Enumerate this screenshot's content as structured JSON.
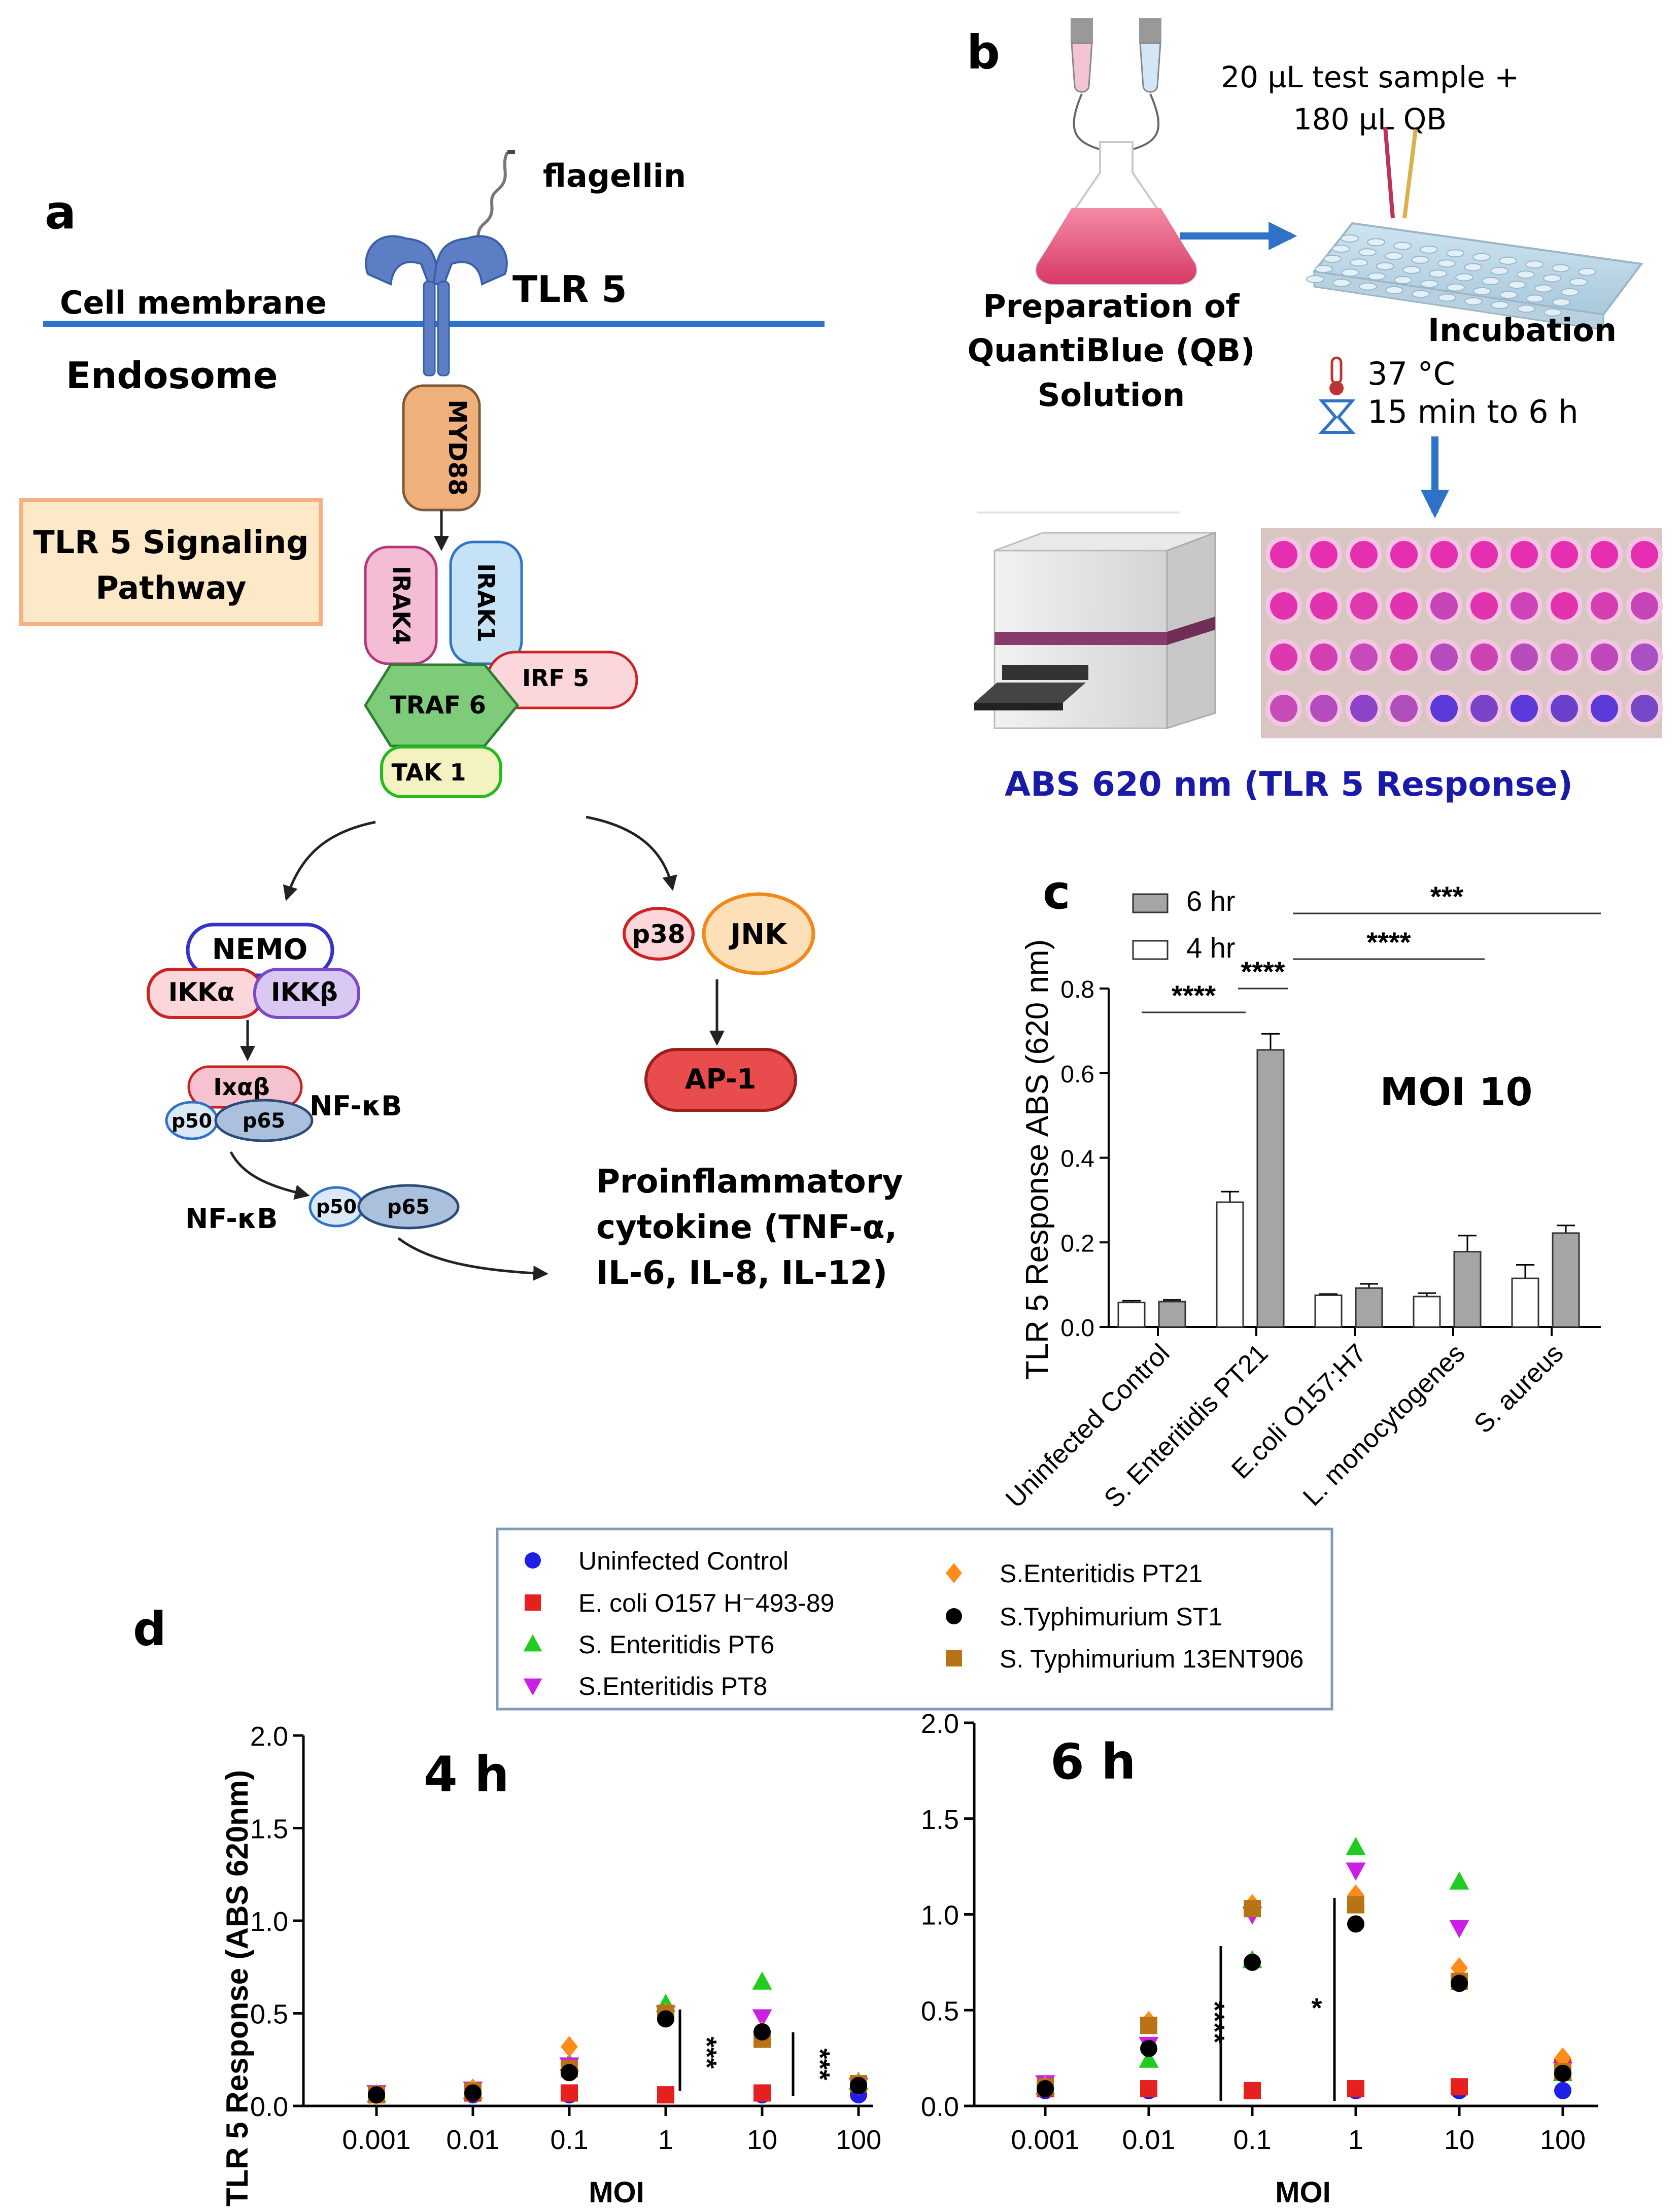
{
  "panel_a": {
    "letter": "a",
    "flagellin": "flagellin",
    "receptor": "TLR 5",
    "membrane": "Cell membrane",
    "endosome": "Endosome",
    "pathway_box": [
      "TLR 5 Signaling",
      "Pathway"
    ],
    "myd88": "MYD88",
    "irak4": "IRAK4",
    "irak1": "IRAK1",
    "irf5": "IRF 5",
    "traf6": "TRAF 6",
    "tak1": "TAK 1",
    "nemo": "NEMO",
    "ikka": "IKKα",
    "ikkb": "IKKβ",
    "ixab": "Ixαβ",
    "p50": "p50",
    "p65": "p65",
    "nfkb": "NF-κB",
    "p38": "p38",
    "jnk": "JNK",
    "ap1": "AP-1",
    "cytokine": [
      "Proinflammatory",
      "cytokine (TNF-α,",
      "IL-6, IL-8, IL-12)"
    ]
  },
  "panel_b": {
    "letter": "b",
    "sample": [
      "20 µL test sample +",
      "180 µL QB"
    ],
    "prep": [
      "Preparation of",
      "QuantiBlue (QB)",
      "Solution"
    ],
    "incubation": "Incubation",
    "temp": "37 °C",
    "time": "15 min to 6 h",
    "abs": "ABS 620 nm (TLR 5 Response)"
  },
  "panel_c": {
    "letter": "c",
    "moi": "MOI 10",
    "chart_data": {
      "type": "bar",
      "ylabel": "TLR 5 Response ABS (620 nm)",
      "ylim": [
        0,
        0.8
      ],
      "yticks": [
        "0.0",
        "0.2",
        "0.4",
        "0.6",
        "0.8"
      ],
      "categories": [
        "Uninfected Control",
        "S. Enteritidis PT21",
        "E.coli O157:H7",
        "L. monocytogenes",
        "S. aureus"
      ],
      "series": [
        {
          "name": "4 hr",
          "color": "#ffffff",
          "values": [
            0.058,
            0.295,
            0.075,
            0.072,
            0.115
          ],
          "errors": [
            0.004,
            0.025,
            0.003,
            0.008,
            0.032
          ]
        },
        {
          "name": "6 hr",
          "color": "#a5a5a5",
          "values": [
            0.06,
            0.655,
            0.092,
            0.178,
            0.222
          ],
          "errors": [
            0.004,
            0.038,
            0.01,
            0.038,
            0.018
          ]
        }
      ],
      "significance": [
        "****",
        "****",
        "****",
        "***"
      ]
    }
  },
  "panel_d": {
    "letter": "d",
    "legend": [
      {
        "name": "Uninfected Control",
        "color": "#1f1fe6",
        "marker": "circle"
      },
      {
        "name": "E. coli O157 H⁻493-89",
        "color": "#e61f1f",
        "marker": "square"
      },
      {
        "name": "S. Enteritidis PT6",
        "color": "#1fcc1f",
        "marker": "triangle-up"
      },
      {
        "name": "S.Enteritidis PT8",
        "color": "#cc1fe6",
        "marker": "triangle-down"
      },
      {
        "name": "S.Enteritidis PT21",
        "color": "#ff8c1a",
        "marker": "diamond"
      },
      {
        "name": "S.Typhimurium ST1",
        "color": "#000000",
        "marker": "circle"
      },
      {
        "name": "S. Typhimurium 13ENT906",
        "color": "#b87316",
        "marker": "square"
      }
    ],
    "chart_data": [
      {
        "type": "scatter",
        "title": "4 h",
        "xlabel": "MOI",
        "ylabel": "TLR 5 Response (ABS 620nm)",
        "ylim": [
          0,
          2.0
        ],
        "yticks": [
          "0.0",
          "0.5",
          "1.0",
          "1.5",
          "2.0"
        ],
        "x": [
          "0.001",
          "0.01",
          "0.1",
          "1",
          "10",
          "100"
        ],
        "series": [
          {
            "name": "Uninfected Control",
            "values": [
              0.06,
              0.06,
              0.06,
              0.06,
              0.06,
              0.06
            ]
          },
          {
            "name": "E. coli O157 H⁻493-89",
            "values": [
              0.06,
              0.07,
              0.07,
              0.06,
              0.07,
              0.12
            ]
          },
          {
            "name": "S. Enteritidis PT6",
            "values": [
              0.06,
              0.08,
              0.23,
              0.55,
              0.67,
              0.13
            ]
          },
          {
            "name": "S.Enteritidis PT8",
            "values": [
              0.07,
              0.09,
              0.22,
              0.5,
              0.48,
              0.11
            ]
          },
          {
            "name": "S.Enteritidis PT21",
            "values": [
              0.06,
              0.09,
              0.32,
              0.5,
              0.4,
              0.12
            ]
          },
          {
            "name": "S.Typhimurium ST1",
            "values": [
              0.06,
              0.07,
              0.18,
              0.47,
              0.4,
              0.11
            ]
          },
          {
            "name": "S. Typhimurium 13ENT906",
            "values": [
              0.06,
              0.08,
              0.2,
              0.5,
              0.36,
              0.12
            ]
          }
        ],
        "significance": [
          "***",
          "***"
        ]
      },
      {
        "type": "scatter",
        "title": "6 h",
        "xlabel": "MOI",
        "ylim": [
          0,
          2.0
        ],
        "yticks": [
          "0.0",
          "0.5",
          "1.0",
          "1.5",
          "2.0"
        ],
        "x": [
          "0.001",
          "0.01",
          "0.1",
          "1",
          "10",
          "100"
        ],
        "series": [
          {
            "name": "Uninfected Control",
            "values": [
              0.08,
              0.08,
              0.08,
              0.08,
              0.08,
              0.08
            ]
          },
          {
            "name": "E. coli O157 H⁻493-89",
            "values": [
              0.09,
              0.09,
              0.08,
              0.09,
              0.1,
              0.2
            ]
          },
          {
            "name": "S. Enteritidis PT6",
            "values": [
              0.1,
              0.24,
              0.76,
              1.35,
              1.17,
              0.17
            ]
          },
          {
            "name": "S.Enteritidis PT8",
            "values": [
              0.12,
              0.32,
              1.0,
              1.23,
              0.93,
              0.19
            ]
          },
          {
            "name": "S.Enteritidis PT21",
            "values": [
              0.1,
              0.44,
              1.05,
              1.1,
              0.72,
              0.25
            ]
          },
          {
            "name": "S.Typhimurium ST1",
            "values": [
              0.09,
              0.3,
              0.75,
              0.95,
              0.64,
              0.17
            ]
          },
          {
            "name": "S. Typhimurium 13ENT906",
            "values": [
              0.1,
              0.42,
              1.03,
              1.05,
              0.65,
              0.18
            ]
          }
        ],
        "significance": [
          "****",
          "*"
        ]
      }
    ]
  }
}
